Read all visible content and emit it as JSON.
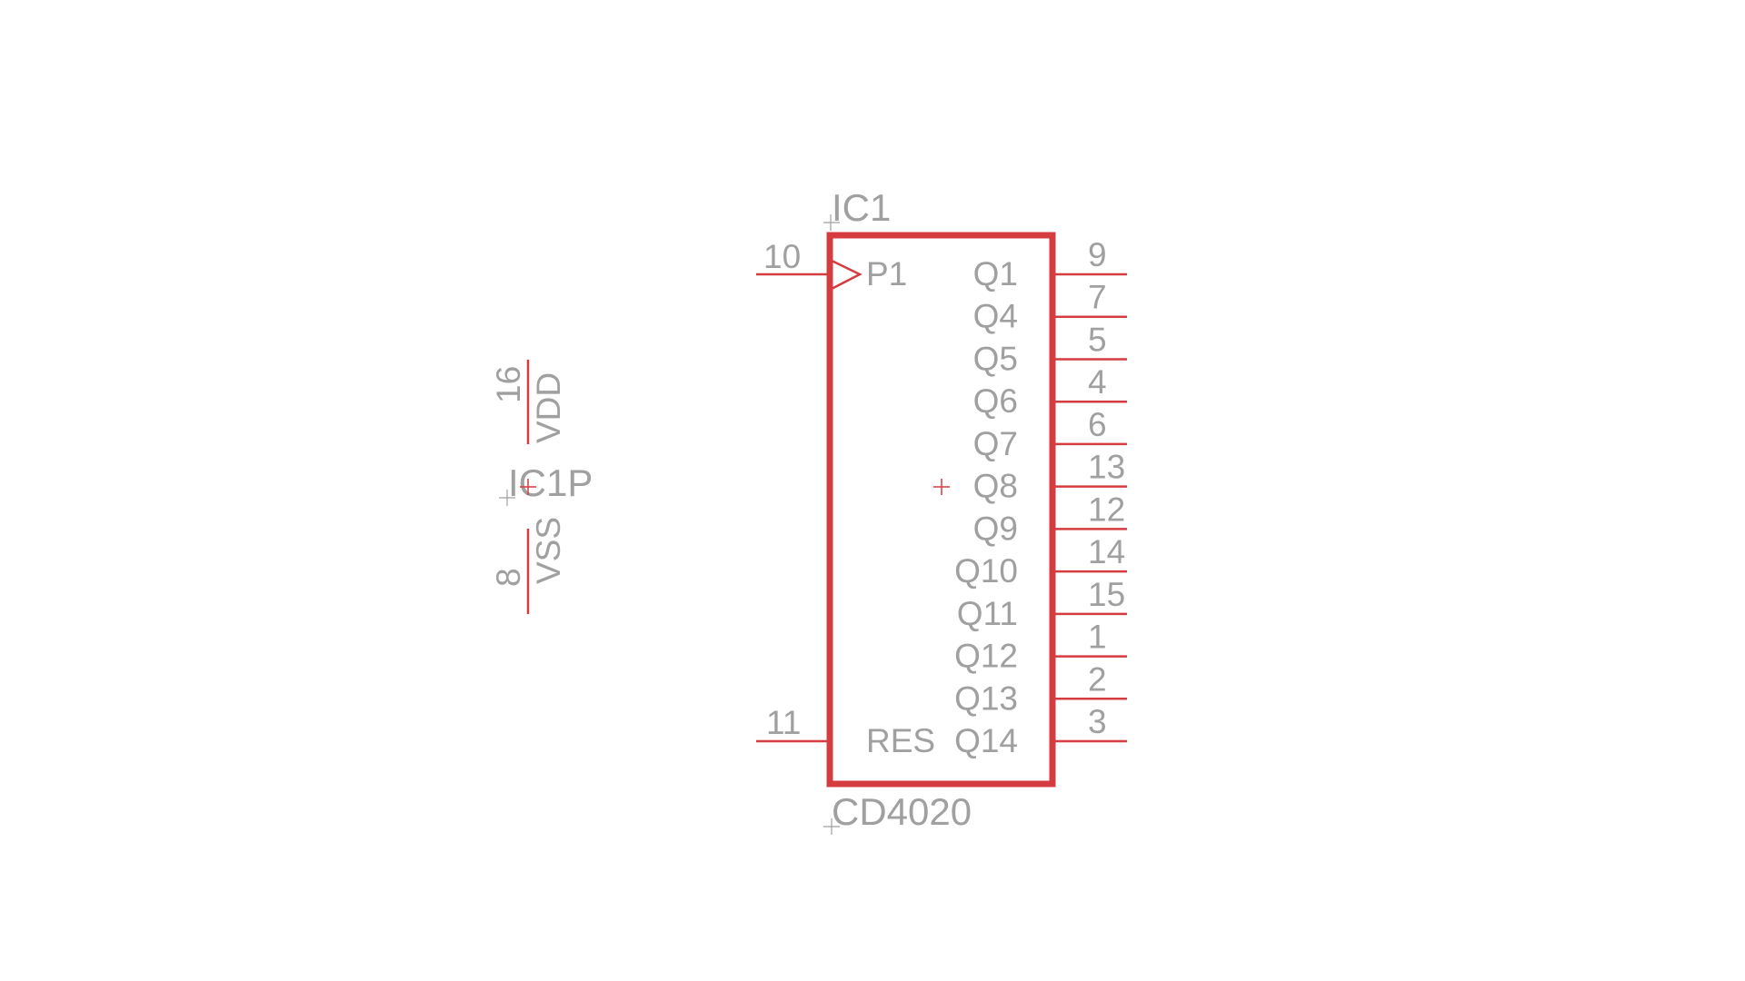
{
  "colors": {
    "symbol": "#d43c3f",
    "text": "#a0a0a0",
    "background": "#ffffff"
  },
  "ic": {
    "name": "IC1",
    "value": "CD4020",
    "left_pins": [
      {
        "number": "10",
        "label": "P1",
        "clock": true
      },
      {
        "number": "11",
        "label": "RES",
        "clock": false
      }
    ],
    "right_pins": [
      {
        "number": "9",
        "label": "Q1"
      },
      {
        "number": "7",
        "label": "Q4"
      },
      {
        "number": "5",
        "label": "Q5"
      },
      {
        "number": "4",
        "label": "Q6"
      },
      {
        "number": "6",
        "label": "Q7"
      },
      {
        "number": "13",
        "label": "Q8"
      },
      {
        "number": "12",
        "label": "Q9"
      },
      {
        "number": "14",
        "label": "Q10"
      },
      {
        "number": "15",
        "label": "Q11"
      },
      {
        "number": "1",
        "label": "Q12"
      },
      {
        "number": "2",
        "label": "Q13"
      },
      {
        "number": "3",
        "label": "Q14"
      }
    ]
  },
  "power": {
    "name": "IC1P",
    "vdd": {
      "number": "16",
      "label": "VDD"
    },
    "vss": {
      "number": "8",
      "label": "VSS"
    }
  }
}
